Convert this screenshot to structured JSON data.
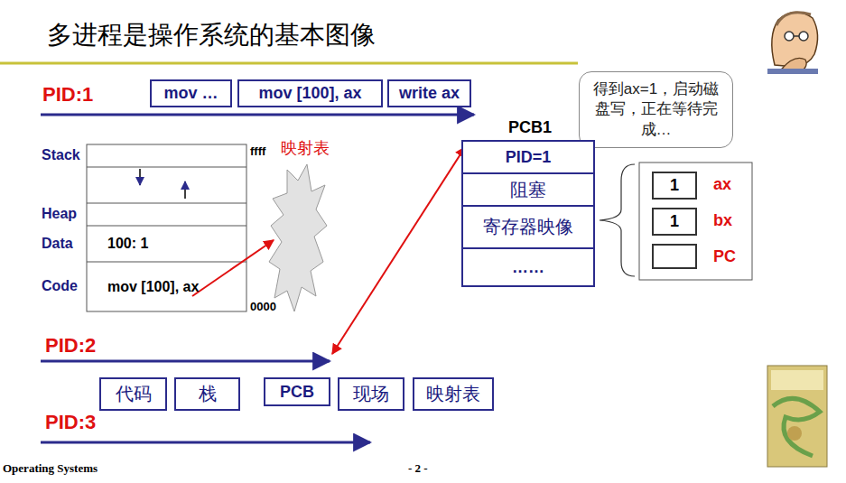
{
  "diagram": {
    "title": "多进程是操作系统的基本图像",
    "nodes": [
      {
        "text": [
          "mov …"
        ]
      },
      {
        "text": [
          "mov [100], ax"
        ]
      },
      {
        "text": [
          "write ax"
        ]
      },
      {
        "text": [
          "Stack"
        ]
      },
      {
        "text": [
          "Heap"
        ]
      },
      {
        "text": [
          "Data",
          "100: 1"
        ]
      },
      {
        "text": [
          "Code",
          "mov [100], ax"
        ]
      },
      {
        "text": [
          "得到ax=1，启动磁盘写，正在等待完成…"
        ]
      },
      {
        "text": [
          "PCB1"
        ]
      },
      {
        "text": [
          "PID=1"
        ],
        "in": 8
      },
      {
        "text": [
          "阻塞"
        ],
        "in": 8
      },
      {
        "text": [
          "寄存器映像"
        ],
        "in": 8
      },
      {
        "text": [
          "……"
        ],
        "in": 8
      },
      {
        "text": [
          "1",
          "ax"
        ]
      },
      {
        "text": [
          "1",
          "bx"
        ]
      },
      {
        "text": [
          "PC"
        ]
      },
      {
        "text": [
          "代码"
        ]
      },
      {
        "text": [
          "栈"
        ]
      },
      {
        "text": [
          "PCB"
        ]
      },
      {
        "text": [
          "现场"
        ]
      },
      {
        "text": [
          "映射表"
        ]
      }
    ],
    "labels": [
      "PID:1",
      "PID:2",
      "PID:3",
      "ffff",
      "映射表",
      "0000",
      "Operating Systems",
      "- 2 -"
    ]
  }
}
